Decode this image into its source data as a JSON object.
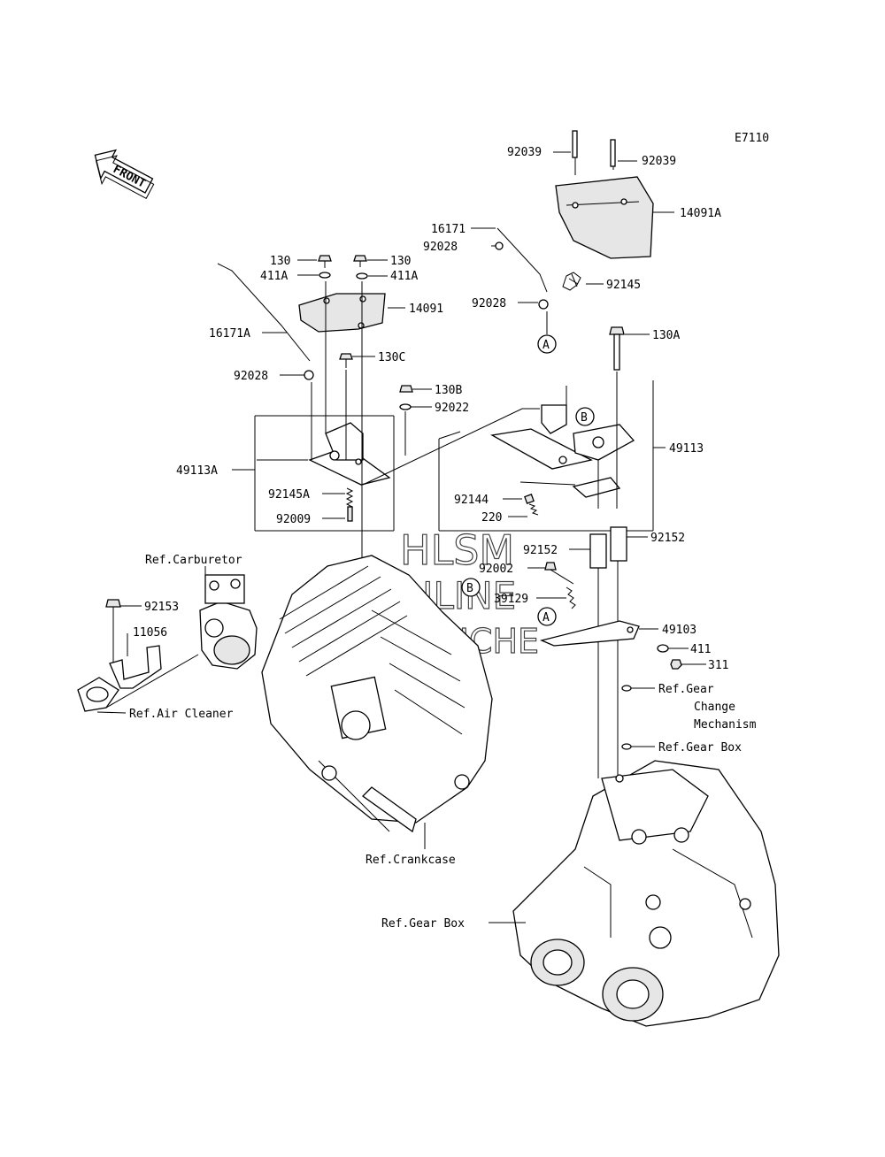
{
  "diagram_code": "E7110",
  "front_arrow": {
    "label": "FRONT",
    "icon": "front-arrow-icon"
  },
  "watermark": {
    "line1": "HLSM",
    "line2": "ONLINE",
    "line3": "MICROFICHE"
  },
  "parts": {
    "p92039_l": "92039",
    "p92039_r": "92039",
    "p14091A": "14091A",
    "p16171": "16171",
    "p92028_a": "92028",
    "p92028_b": "92028",
    "p92145": "92145",
    "p130_l": "130",
    "p130_r": "130",
    "p411A_l": "411A",
    "p411A_r": "411A",
    "p14091": "14091",
    "p16171A": "16171A",
    "p130C": "130C",
    "p92028_c": "92028",
    "p130A": "130A",
    "p130B": "130B",
    "p92022": "92022",
    "p49113A": "49113A",
    "p49113": "49113",
    "p92145A": "92145A",
    "p92009": "92009",
    "p92144": "92144",
    "p220": "220",
    "p92152_l": "92152",
    "p92152_r": "92152",
    "p92002": "92002",
    "p39129": "39129",
    "p49103": "49103",
    "p411": "411",
    "p311": "311",
    "p92153": "92153",
    "p11056": "11056"
  },
  "refs": {
    "carburetor": "Ref.Carburetor",
    "air_cleaner": "Ref.Air Cleaner",
    "crankcase": "Ref.Crankcase",
    "gear_box_left": "Ref.Gear Box",
    "gear_box_right": "Ref.Gear Box",
    "gear_change_1": "Ref.Gear",
    "gear_change_2": "Change",
    "gear_change_3": "Mechanism"
  },
  "callouts": {
    "A_top": "A",
    "B_top": "B",
    "B_mid": "B",
    "A_mid": "A"
  }
}
